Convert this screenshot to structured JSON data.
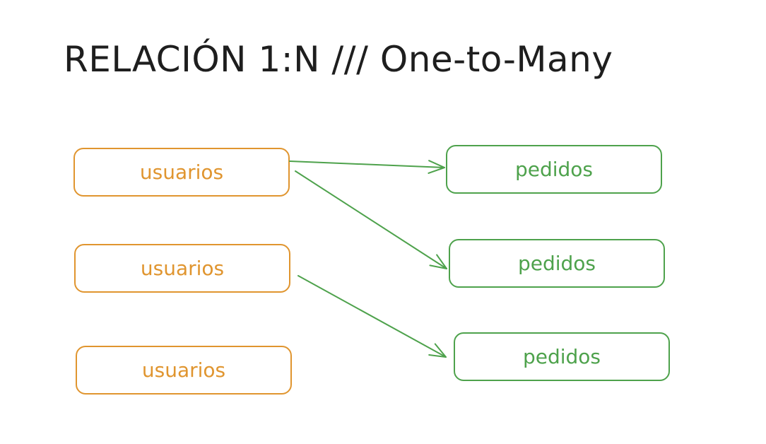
{
  "diagram": {
    "title": "RELACIÓN 1:N  /// One-to-Many",
    "colors": {
      "one_side": "#e0952f",
      "many_side": "#4ea24c",
      "text": "#1e1e1e"
    },
    "nodes": [
      {
        "id": "u1",
        "label": "usuarios",
        "side": "one"
      },
      {
        "id": "u2",
        "label": "usuarios",
        "side": "one"
      },
      {
        "id": "u3",
        "label": "usuarios",
        "side": "one"
      },
      {
        "id": "p1",
        "label": "pedidos",
        "side": "many"
      },
      {
        "id": "p2",
        "label": "pedidos",
        "side": "many"
      },
      {
        "id": "p3",
        "label": "pedidos",
        "side": "many"
      }
    ],
    "edges": [
      {
        "from": "u1",
        "to": "p1"
      },
      {
        "from": "u1",
        "to": "p2"
      },
      {
        "from": "u2",
        "to": "p3"
      }
    ]
  }
}
